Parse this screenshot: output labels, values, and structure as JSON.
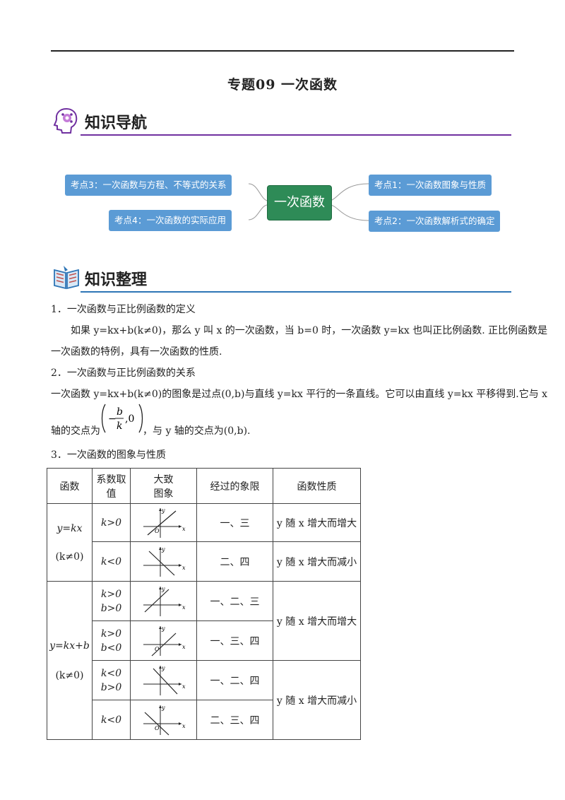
{
  "title": "专题09    一次函数",
  "sections": {
    "nav": "知识导航",
    "summary": "知识整理"
  },
  "colors": {
    "nav_rule": "#7030a0",
    "summary_rule": "#2e75b6",
    "node_blue": "#5b9bd5",
    "center_green": "#2e8b57"
  },
  "mindmap": {
    "center": "一次函数",
    "left": [
      "考点3：一次函数与方程、不等式的关系",
      "考点4：一次函数的实际应用"
    ],
    "right": [
      "考点1：一次函数图象与性质",
      "考点2：一次函数解析式的确定"
    ]
  },
  "content": {
    "h1": "1．一次函数与正比例函数的定义",
    "p1a": "如果 y=kx+b(k≠0)，那么 y 叫 x 的一次函数，当 b=0 时，一次函数 y=kx 也叫正比例函数. 正比例函数是",
    "p1b": "一次函数的特例，具有一次函数的性质.",
    "h2": "2．一次函数与正比例函数的关系",
    "p2a": "一次函数 y=kx+b(k≠0)的图象是过点(0,b)与直线 y=kx 平行的一条直线。它可以由直线 y=kx 平移得到.它与 x",
    "p2b_pre": "轴的交点为",
    "p2b_post": "，与 y 轴的交点为(0,b).",
    "frac": {
      "sign": "−",
      "num": "b",
      "den": "k",
      "tail": ",0"
    },
    "h3": "3．一次函数的图象与性质"
  },
  "table": {
    "headers": [
      "函数",
      "系数取值",
      "大致图象",
      "经过的象限",
      "函数性质"
    ],
    "header_lines": {
      "coef": [
        "系数取",
        "值"
      ],
      "graph": [
        "大致",
        "图象"
      ]
    },
    "group1": {
      "func": "y=kx",
      "cond": "(k≠0)",
      "rows": [
        {
          "coef": [
            "k>0"
          ],
          "quad": "一、三",
          "prop": "y 随 x 增大而增大"
        },
        {
          "coef": [
            "k<0"
          ],
          "quad": "二、四",
          "prop": "y 随 x 增大而减小"
        }
      ]
    },
    "group2": {
      "func": "y=kx+b",
      "cond": "(k≠0)",
      "rows": [
        {
          "coef": [
            "k>0",
            "b>0"
          ],
          "quad": "一、二、三"
        },
        {
          "coef": [
            "k>0",
            "b<0"
          ],
          "quad": "一、三、四"
        },
        {
          "coef": [
            "k<0",
            "b>0"
          ],
          "quad": "一、二、四"
        },
        {
          "coef": [
            "k<0"
          ],
          "quad": "二、三、四"
        }
      ],
      "prop_inc": "y 随 x 增大而增大",
      "prop_dec": "y 随 x 增大而减小"
    },
    "axis_labels": {
      "x": "x",
      "y": "y",
      "o": "O"
    }
  }
}
